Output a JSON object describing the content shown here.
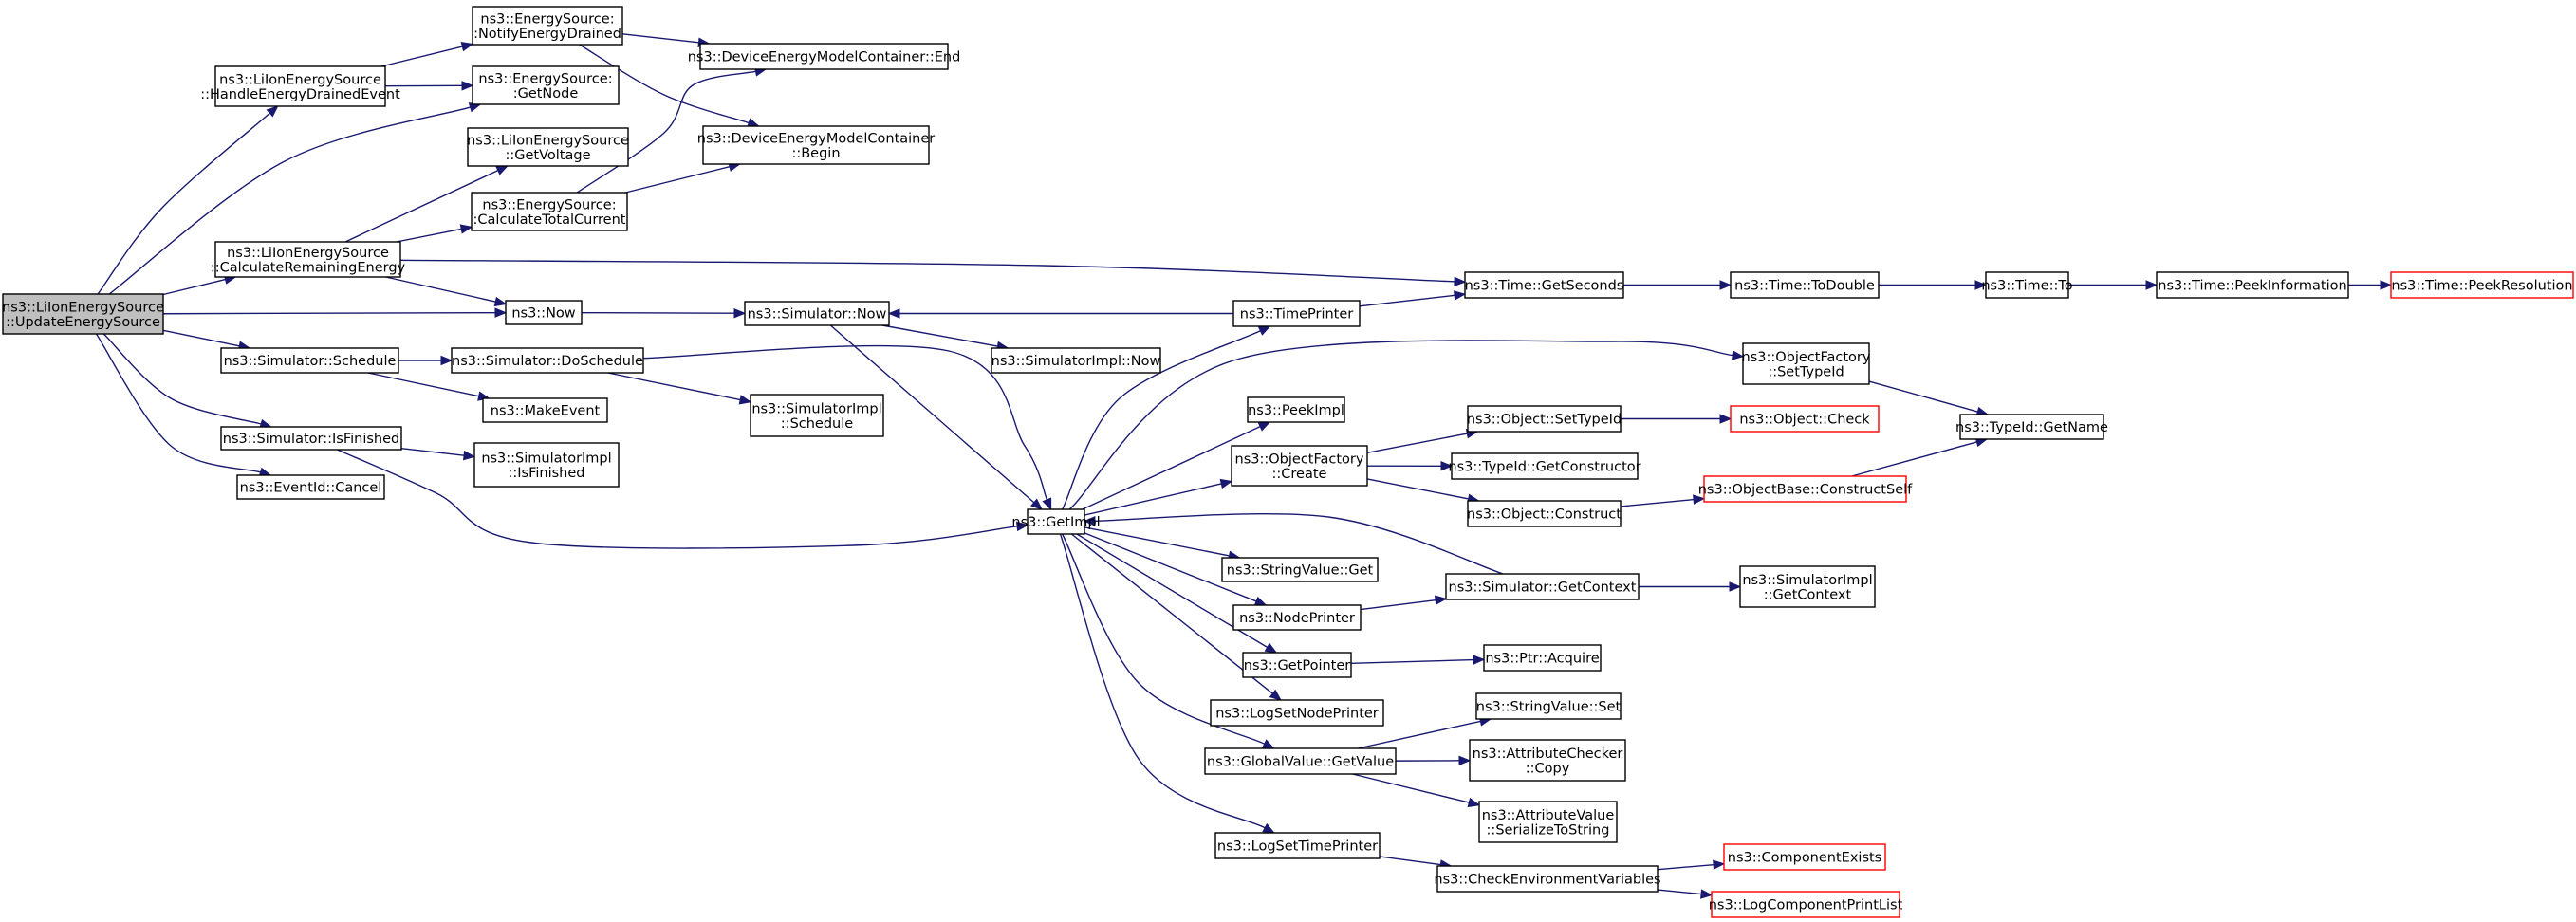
{
  "graph": {
    "nodes": [
      {
        "id": "root",
        "lines": [
          "ns3::LiIonEnergySource",
          "::UpdateEnergySource"
        ],
        "root": true
      },
      {
        "id": "handle",
        "lines": [
          "ns3::LiIonEnergySource",
          "::HandleEnergyDrainedEvent"
        ]
      },
      {
        "id": "calcrem",
        "lines": [
          "ns3::LiIonEnergySource",
          "::CalculateRemainingEnergy"
        ]
      },
      {
        "id": "sched",
        "lines": [
          "ns3::Simulator::Schedule"
        ]
      },
      {
        "id": "isfin",
        "lines": [
          "ns3::Simulator::IsFinished"
        ]
      },
      {
        "id": "cancel",
        "lines": [
          "ns3::EventId::Cancel"
        ]
      },
      {
        "id": "notify",
        "lines": [
          "ns3::EnergySource:",
          ":NotifyEnergyDrained"
        ]
      },
      {
        "id": "getnode",
        "lines": [
          "ns3::EnergySource:",
          ":GetNode"
        ]
      },
      {
        "id": "getvolt",
        "lines": [
          "ns3::LiIonEnergySource",
          "::GetVoltage"
        ]
      },
      {
        "id": "calctot",
        "lines": [
          "ns3::EnergySource:",
          ":CalculateTotalCurrent"
        ]
      },
      {
        "id": "now",
        "lines": [
          "ns3::Now"
        ]
      },
      {
        "id": "dosched",
        "lines": [
          "ns3::Simulator::DoSchedule"
        ]
      },
      {
        "id": "makeevent",
        "lines": [
          "ns3::MakeEvent"
        ]
      },
      {
        "id": "siisfin",
        "lines": [
          "ns3::SimulatorImpl",
          "::IsFinished"
        ]
      },
      {
        "id": "dmcend",
        "lines": [
          "ns3::DeviceEnergyModelContainer::End"
        ]
      },
      {
        "id": "dmcbegin",
        "lines": [
          "ns3::DeviceEnergyModelContainer",
          "::Begin"
        ]
      },
      {
        "id": "simnow",
        "lines": [
          "ns3::Simulator::Now"
        ]
      },
      {
        "id": "siminow",
        "lines": [
          "ns3::SimulatorImpl::Now"
        ]
      },
      {
        "id": "sisched",
        "lines": [
          "ns3::SimulatorImpl",
          "::Schedule"
        ]
      },
      {
        "id": "getimpl",
        "lines": [
          "ns3::GetImpl"
        ]
      },
      {
        "id": "timeprinter",
        "lines": [
          "ns3::TimePrinter"
        ]
      },
      {
        "id": "peekimpl",
        "lines": [
          "ns3::PeekImpl"
        ]
      },
      {
        "id": "ofcreate",
        "lines": [
          "ns3::ObjectFactory",
          "::Create"
        ]
      },
      {
        "id": "svget",
        "lines": [
          "ns3::StringValue::Get"
        ]
      },
      {
        "id": "nodeprinter",
        "lines": [
          "ns3::NodePrinter"
        ]
      },
      {
        "id": "getpointer",
        "lines": [
          "ns3::GetPointer"
        ]
      },
      {
        "id": "logsetnode",
        "lines": [
          "ns3::LogSetNodePrinter"
        ]
      },
      {
        "id": "gvgetvalue",
        "lines": [
          "ns3::GlobalValue::GetValue"
        ]
      },
      {
        "id": "logsettime",
        "lines": [
          "ns3::LogSetTimePrinter"
        ]
      },
      {
        "id": "getseconds",
        "lines": [
          "ns3::Time::GetSeconds"
        ]
      },
      {
        "id": "ofsettypeid",
        "lines": [
          "ns3::ObjectFactory",
          "::SetTypeId"
        ]
      },
      {
        "id": "objsettypeid",
        "lines": [
          "ns3::Object::SetTypeId"
        ]
      },
      {
        "id": "typeidgetctor",
        "lines": [
          "ns3::TypeId::GetConstructor"
        ]
      },
      {
        "id": "objconstruct",
        "lines": [
          "ns3::Object::Construct"
        ]
      },
      {
        "id": "simgetctx",
        "lines": [
          "ns3::Simulator::GetContext"
        ]
      },
      {
        "id": "ptracquire",
        "lines": [
          "ns3::Ptr::Acquire"
        ]
      },
      {
        "id": "svset",
        "lines": [
          "ns3::StringValue::Set"
        ]
      },
      {
        "id": "acopy",
        "lines": [
          "ns3::AttributeChecker",
          "::Copy"
        ]
      },
      {
        "id": "avser",
        "lines": [
          "ns3::AttributeValue",
          "::SerializeToString"
        ]
      },
      {
        "id": "checkenv",
        "lines": [
          "ns3::CheckEnvironmentVariables"
        ]
      },
      {
        "id": "todouble",
        "lines": [
          "ns3::Time::ToDouble"
        ]
      },
      {
        "id": "objcheck",
        "lines": [
          "ns3::Object::Check"
        ],
        "truncated": true
      },
      {
        "id": "constructself",
        "lines": [
          "ns3::ObjectBase::ConstructSelf"
        ],
        "truncated": true
      },
      {
        "id": "sigetctx",
        "lines": [
          "ns3::SimulatorImpl",
          "::GetContext"
        ]
      },
      {
        "id": "compexists",
        "lines": [
          "ns3::ComponentExists"
        ],
        "truncated": true
      },
      {
        "id": "logcompprint",
        "lines": [
          "ns3::LogComponentPrintList"
        ],
        "truncated": true
      },
      {
        "id": "timeto",
        "lines": [
          "ns3::Time::To"
        ]
      },
      {
        "id": "typeidgetname",
        "lines": [
          "ns3::TypeId::GetName"
        ]
      },
      {
        "id": "peekinfo",
        "lines": [
          "ns3::Time::PeekInformation"
        ]
      },
      {
        "id": "peekres",
        "lines": [
          "ns3::Time::PeekResolution"
        ],
        "truncated": true
      }
    ],
    "edges": [
      [
        "root",
        "handle"
      ],
      [
        "root",
        "getnode"
      ],
      [
        "root",
        "calcrem"
      ],
      [
        "root",
        "now"
      ],
      [
        "root",
        "sched"
      ],
      [
        "root",
        "isfin"
      ],
      [
        "root",
        "cancel"
      ],
      [
        "handle",
        "notify"
      ],
      [
        "handle",
        "getnode"
      ],
      [
        "notify",
        "dmcend"
      ],
      [
        "notify",
        "dmcbegin"
      ],
      [
        "calcrem",
        "getvolt"
      ],
      [
        "calcrem",
        "calctot"
      ],
      [
        "calcrem",
        "getseconds"
      ],
      [
        "calcrem",
        "now"
      ],
      [
        "calctot",
        "dmcend"
      ],
      [
        "calctot",
        "dmcbegin"
      ],
      [
        "now",
        "simnow"
      ],
      [
        "sched",
        "dosched"
      ],
      [
        "sched",
        "makeevent"
      ],
      [
        "dosched",
        "getimpl"
      ],
      [
        "dosched",
        "sisched"
      ],
      [
        "isfin",
        "siisfin"
      ],
      [
        "isfin",
        "getimpl"
      ],
      [
        "simnow",
        "getimpl"
      ],
      [
        "simnow",
        "siminow"
      ],
      [
        "getimpl",
        "timeprinter"
      ],
      [
        "getimpl",
        "ofsettypeid"
      ],
      [
        "getimpl",
        "peekimpl"
      ],
      [
        "getimpl",
        "ofcreate"
      ],
      [
        "getimpl",
        "svget"
      ],
      [
        "getimpl",
        "nodeprinter"
      ],
      [
        "getimpl",
        "getpointer"
      ],
      [
        "getimpl",
        "logsetnode"
      ],
      [
        "getimpl",
        "gvgetvalue"
      ],
      [
        "getimpl",
        "logsettime"
      ],
      [
        "timeprinter",
        "simnow"
      ],
      [
        "timeprinter",
        "getseconds"
      ],
      [
        "ofsettypeid",
        "typeidgetname"
      ],
      [
        "ofcreate",
        "objsettypeid"
      ],
      [
        "ofcreate",
        "typeidgetctor"
      ],
      [
        "ofcreate",
        "objconstruct"
      ],
      [
        "nodeprinter",
        "simgetctx"
      ],
      [
        "simgetctx",
        "getimpl"
      ],
      [
        "simgetctx",
        "sigetctx"
      ],
      [
        "getpointer",
        "ptracquire"
      ],
      [
        "gvgetvalue",
        "svset"
      ],
      [
        "gvgetvalue",
        "acopy"
      ],
      [
        "gvgetvalue",
        "avser"
      ],
      [
        "logsettime",
        "checkenv"
      ],
      [
        "getseconds",
        "todouble"
      ],
      [
        "todouble",
        "timeto"
      ],
      [
        "timeto",
        "peekinfo"
      ],
      [
        "peekinfo",
        "peekres"
      ],
      [
        "objsettypeid",
        "objcheck"
      ],
      [
        "objconstruct",
        "constructself"
      ],
      [
        "constructself",
        "typeidgetname"
      ],
      [
        "checkenv",
        "compexists"
      ],
      [
        "checkenv",
        "logcompprint"
      ]
    ]
  },
  "colors": {
    "edge": "#191970",
    "node_border": "#000000",
    "node_fill": "#ffffff",
    "root_fill": "#bfbfbf",
    "truncated_border": "#ff0000"
  }
}
